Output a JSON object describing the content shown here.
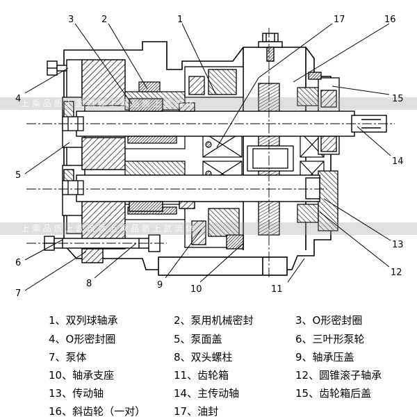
{
  "watermark": {
    "text_top": "上 乘 品 质   上 武 流 体   上 乘 品 质   上 武 流 体",
    "text_bottom": "上 乘 品 质   上 武 流 体   上 乘 品 质   上 武 流 体"
  },
  "callouts": [
    "1",
    "2",
    "3",
    "4",
    "5",
    "6",
    "7",
    "8",
    "9",
    "10",
    "11",
    "12",
    "13",
    "14",
    "15",
    "16",
    "17"
  ],
  "legend": [
    "1、双列球轴承",
    "2、泵用机械密封",
    "3、O形密封圈",
    "4、O形密封圈",
    "5、泵面盖",
    "6、三叶形泵轮",
    "7、泵体",
    "8、双头螺柱",
    "9、轴承压盖",
    "10、轴承支座",
    "11、齿轮箱",
    "12、圆锥滚子轴承",
    "13、传动轴",
    "14、主传动轴",
    "15、齿轮箱后盖",
    "16、斜齿轮（一对）",
    "17、油封"
  ]
}
